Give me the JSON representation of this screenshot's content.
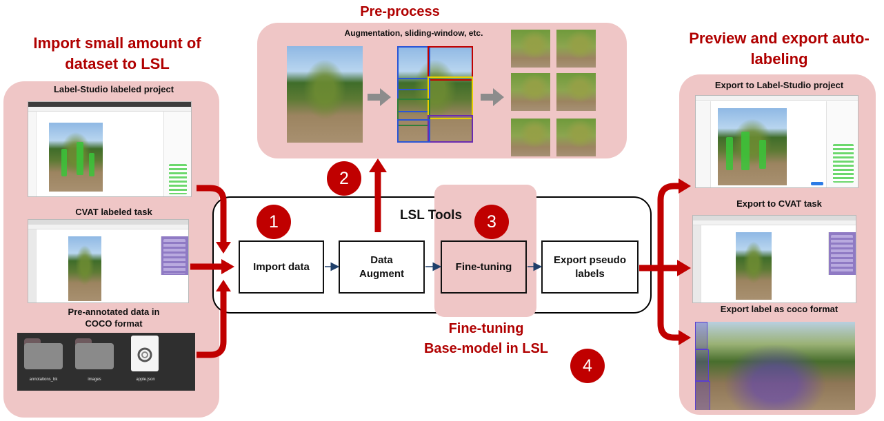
{
  "left_panel": {
    "title_line1": "Import small amount of",
    "title_line2": "dataset to LSL",
    "label_studio_caption": "Label-Studio labeled project",
    "cvat_caption": "CVAT labeled task",
    "coco_caption_line1": "Pre-annotated data in",
    "coco_caption_line2": "COCO format",
    "files": [
      {
        "name": "annotations_bk"
      },
      {
        "name": "images"
      },
      {
        "name": "apple.json"
      }
    ]
  },
  "top_panel": {
    "title": "Pre-process",
    "caption": "Augmentation, sliding-window, etc."
  },
  "tools": {
    "title": "LSL Tools",
    "steps": [
      {
        "label": "Import data"
      },
      {
        "label_line1": "Data",
        "label_line2": "Augment"
      },
      {
        "label": "Fine-tuning"
      },
      {
        "label_line1": "Export pseudo",
        "label_line2": "labels"
      }
    ]
  },
  "fine_tune_caption": {
    "line1": "Fine-tuning",
    "line2": "Base-model in LSL"
  },
  "badges": [
    "1",
    "2",
    "3",
    "4"
  ],
  "right_panel": {
    "title_line1": "Preview and export auto-",
    "title_line2": "labeling",
    "export_ls_caption": "Export to Label-Studio project",
    "export_cvat_caption": "Export to CVAT task",
    "export_coco_caption": "Export label as coco format"
  },
  "colors": {
    "accent_red": "#c00000",
    "title_red": "#b00000",
    "panel_pink": "#efc6c6",
    "flow_arrow": "#1f3f6a",
    "gray_arrow": "#8c8c8c",
    "grid_colors": [
      "#2a55d6",
      "#c00000",
      "#e8d000",
      "#2f7f3a",
      "#6a2bb0"
    ]
  }
}
